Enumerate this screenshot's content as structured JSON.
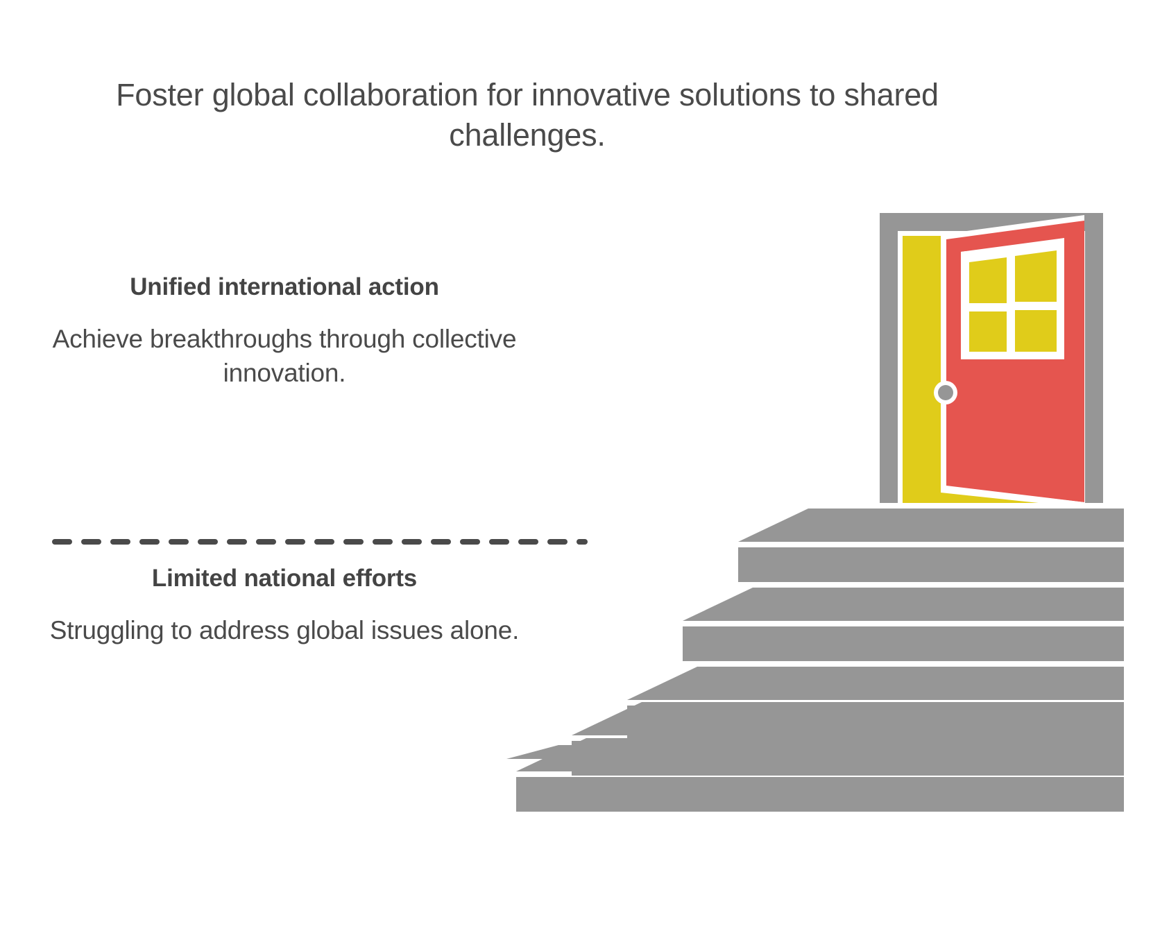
{
  "headline": "Foster global collaboration for innovative solutions to shared challenges.",
  "blocks": {
    "top": {
      "title": "Unified international action",
      "body": "Achieve breakthroughs through collective innovation."
    },
    "bottom": {
      "title": "Limited national efforts",
      "body": "Struggling to address global issues alone."
    }
  },
  "divider": {
    "style": "dashed",
    "color": "#4a4a4a"
  },
  "illustration": {
    "name": "open-door-on-staircase",
    "description": "A red open door with yellow window panes set in a grey door frame, standing at the top of a grey staircase of six steps.",
    "parts": [
      {
        "name": "door-frame",
        "color": "#969696"
      },
      {
        "name": "door-opening",
        "color": "#E0CC1A"
      },
      {
        "name": "door-panel",
        "color": "#E5554F"
      },
      {
        "name": "door-window-panes",
        "color": "#E0CC1A"
      },
      {
        "name": "door-window-mullions",
        "color": "#ffffff"
      },
      {
        "name": "door-knob",
        "color": "#969696"
      },
      {
        "name": "staircase",
        "color": "#969696",
        "step_count": 6
      }
    ]
  },
  "colors": {
    "grey": "#969696",
    "red": "#E5554F",
    "yellow": "#E0CC1A",
    "text": "#4a4a4a",
    "background": "#ffffff"
  }
}
